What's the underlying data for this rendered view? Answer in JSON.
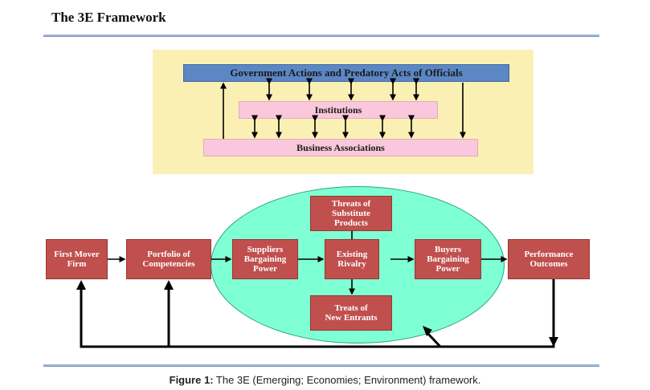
{
  "header": {
    "title": "The 3E Framework"
  },
  "context": {
    "government": "Government Actions and Predatory Acts of Officials",
    "institutions": "Institutions",
    "business_associations": "Business Associations"
  },
  "chain": {
    "first_mover_line1": "First Mover",
    "first_mover_line2": "Firm",
    "portfolio_line1": "Portfolio of",
    "portfolio_line2": "Competencies",
    "suppliers_line1": "Suppliers",
    "suppliers_line2": "Bargaining",
    "suppliers_line3": "Power",
    "rivalry_line1": "Existing",
    "rivalry_line2": "Rivalry",
    "buyers_line1": "Buyers",
    "buyers_line2": "Bargaining",
    "buyers_line3": "Power",
    "performance_line1": "Performance",
    "performance_line2": "Outcomes",
    "substitutes_line1": "Threats of",
    "substitutes_line2": "Substitute",
    "substitutes_line3": "Products",
    "entrants_line1": "Treats of",
    "entrants_line2": "New Entrants"
  },
  "caption": {
    "label": "Figure 1:",
    "text": " The 3E (Emerging; Economies; Environment) framework."
  },
  "colors": {
    "context_panel": "#fbf0b3",
    "government_bar": "#5b87c5",
    "pink_bar": "#f9c8dc",
    "ellipse": "#7fffd4",
    "box": "#c0504d"
  }
}
